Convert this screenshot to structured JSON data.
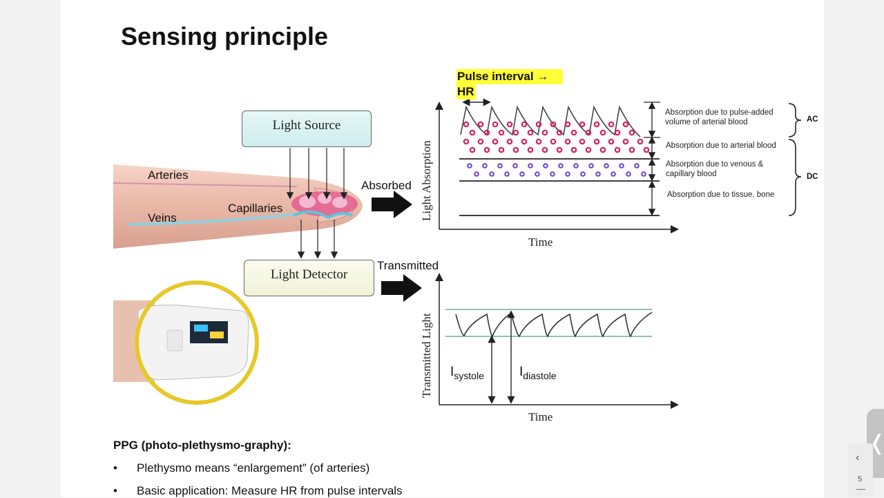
{
  "slide": {
    "title": "Sensing principle",
    "page_number": "5"
  },
  "diagram": {
    "light_source": "Light Source",
    "light_detector": "Light Detector",
    "arteries": "Arteries",
    "veins": "Veins",
    "capillaries": "Capillaries",
    "absorbed": "Absorbed",
    "transmitted": "Transmitted",
    "pulse_interval": "Pulse interval  →",
    "pulse_interval_hr": "HR",
    "absorption_chart": {
      "ylabel": "Light Absorption",
      "xlabel": "Time",
      "ac_label": "AC",
      "dc_label": "DC",
      "layers": [
        {
          "label": "Absorption due to pulse-added volume of arterial blood"
        },
        {
          "label": "Absorption due to arterial blood"
        },
        {
          "label": "Absorption due to venous & capillary blood"
        },
        {
          "label": "Absorption due to tissue, bone"
        }
      ]
    },
    "transmitted_chart": {
      "ylabel": "Transmitted Light",
      "xlabel": "Time",
      "i_systole": "I",
      "i_systole_sub": "systole",
      "i_diastole": "I",
      "i_diastole_sub": "diastole"
    }
  },
  "notes": {
    "heading": "PPG (photo-plethysmo-graphy):",
    "bullets": [
      "Plethysmo means “enlargement” (of arteries)",
      "Basic application: Measure HR from pulse intervals"
    ]
  },
  "colors": {
    "highlight": "#ffff3a",
    "arterial_dots": "#d81b60",
    "venous_dots": "#6a3fc8",
    "baseline": "#4a9a8a",
    "finger_ring": "#e7c829"
  }
}
